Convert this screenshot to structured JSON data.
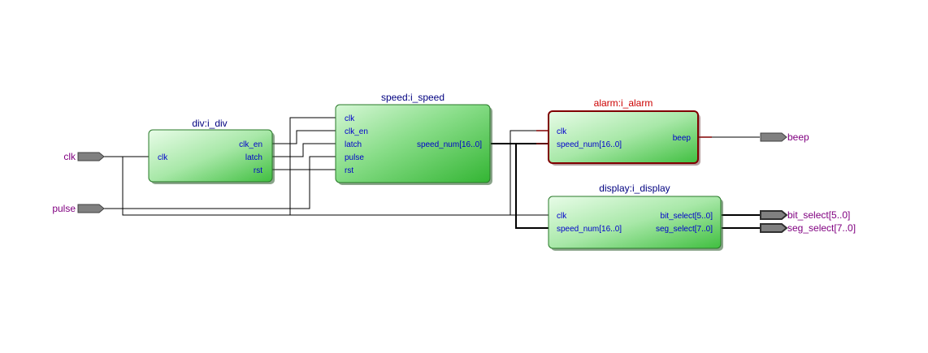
{
  "inputs": {
    "clk": "clk",
    "pulse": "pulse"
  },
  "outputs": {
    "beep": "beep",
    "bit_select": "bit_select[5..0]",
    "seg_select": "seg_select[7..0]"
  },
  "blocks": {
    "div": {
      "title": "div:i_div",
      "in": [
        "clk"
      ],
      "out": [
        "clk_en",
        "latch",
        "rst"
      ]
    },
    "speed": {
      "title": "speed:i_speed",
      "in": [
        "clk",
        "clk_en",
        "latch",
        "pulse",
        "rst"
      ],
      "out": [
        "speed_num[16..0]"
      ]
    },
    "alarm": {
      "title": "alarm:i_alarm",
      "in": [
        "clk",
        "speed_num[16..0]"
      ],
      "out": [
        "beep"
      ]
    },
    "display": {
      "title": "display:i_display",
      "in": [
        "clk",
        "speed_num[16..0]"
      ],
      "out": [
        "bit_select[5..0]",
        "seg_select[7..0]"
      ]
    }
  },
  "colors": {
    "wire": "#000000",
    "port_fill": "#808080",
    "port_label": "#800080",
    "block_title": "#000080",
    "alarm_title": "#cc0000",
    "alarm_border": "#800000",
    "pin_text": "#0000cc",
    "block_gradient_light": "#e6fbe6",
    "block_gradient_dark": "#44c044"
  }
}
